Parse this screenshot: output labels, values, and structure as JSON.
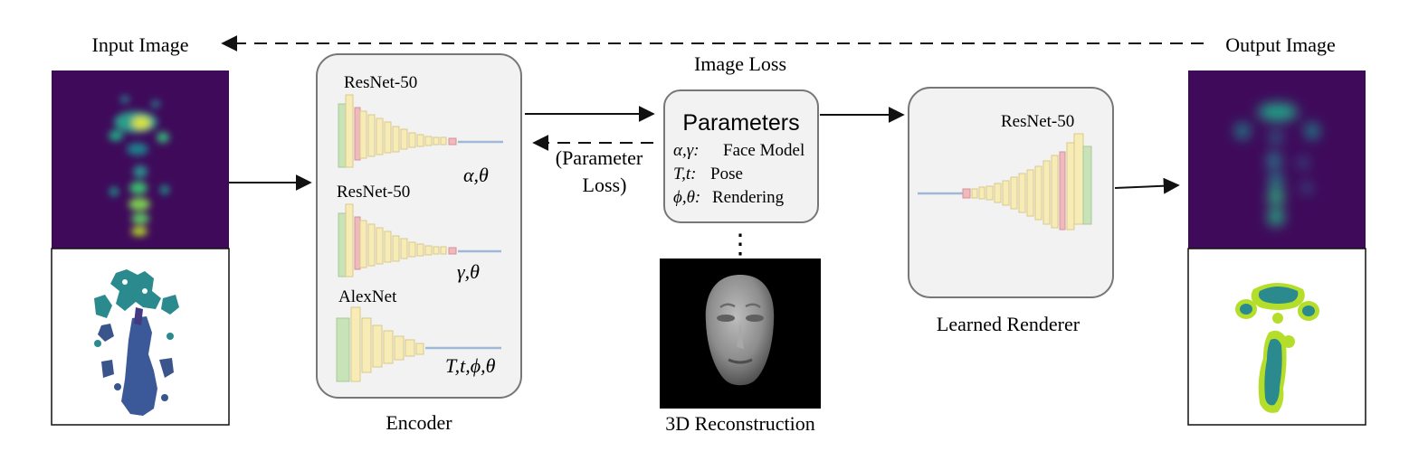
{
  "labels": {
    "input_image": "Input Image",
    "output_image": "Output Image",
    "image_loss": "Image Loss",
    "parameter_loss_line1": "(Parameter",
    "parameter_loss_line2": "Loss)",
    "encoder": "Encoder",
    "reconstruction": "3D Reconstruction",
    "learned_renderer": "Learned Renderer",
    "ellipsis": "⋮"
  },
  "encoder": {
    "nets": [
      {
        "name": "ResNet-50",
        "output": "α,θ"
      },
      {
        "name": "ResNet-50",
        "output": "γ,θ"
      },
      {
        "name": "AlexNet",
        "output": "T,t,ϕ,θ"
      }
    ]
  },
  "parameters": {
    "title": "Parameters",
    "rows": [
      {
        "symbol": "α,γ:",
        "desc": "Face Model"
      },
      {
        "symbol": "T,t:",
        "desc": "Pose"
      },
      {
        "symbol": "ϕ,θ:",
        "desc": "Rendering"
      }
    ]
  },
  "renderer": {
    "net_name": "ResNet-50"
  },
  "colors": {
    "heatmap_bg": "#3f0a5a",
    "box_fill": "#f2f2f2",
    "box_stroke": "#777777",
    "layer_yellow": "#f7ecb5",
    "layer_green": "#c9e3b8",
    "layer_pink": "#f0b9bd",
    "fc_blue": "#9fb8d8"
  }
}
